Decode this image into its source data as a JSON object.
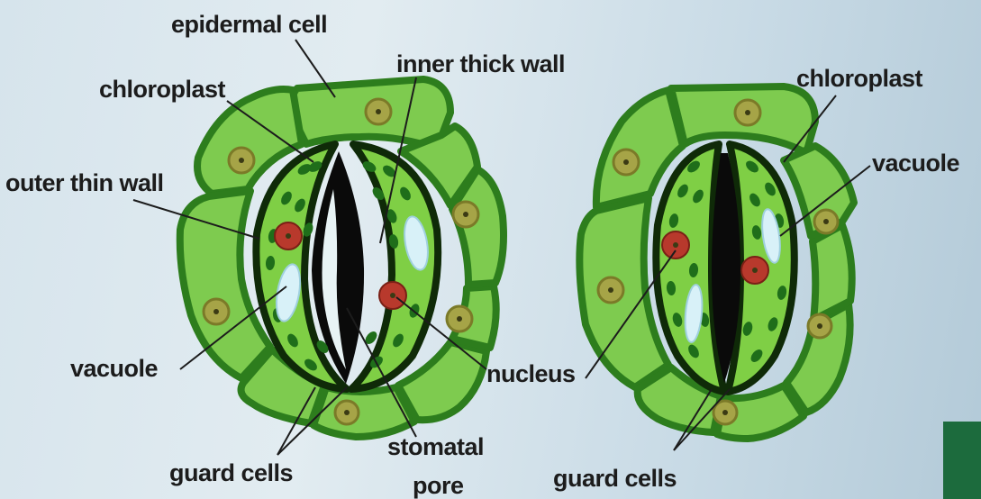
{
  "colors": {
    "background": "#d6e4ec",
    "epidermal_cell": "#7ecb4f",
    "cell_wall": "#2d7d1d",
    "guard_cell": "#7fcf45",
    "chloroplast": "#1f6e1a",
    "vacuole": "#d8f1f8",
    "guard_nucleus": "#b8392c",
    "pore": "#0a0a0a"
  },
  "left_diagram": {
    "labels": {
      "epidermal_cell": "epidermal cell",
      "chloroplast": "chloroplast",
      "inner_thick_wall": "inner thick wall",
      "outer_thin_wall": "outer thin wall",
      "vacuole": "vacuole",
      "nucleus": "nucleus",
      "guard_cells": "guard cells",
      "stomatal_line1": "stomatal",
      "stomatal_line2": "pore"
    }
  },
  "right_diagram": {
    "labels": {
      "chloroplast": "chloroplast",
      "vacuole": "vacuole",
      "guard_cells": "guard cells"
    }
  }
}
